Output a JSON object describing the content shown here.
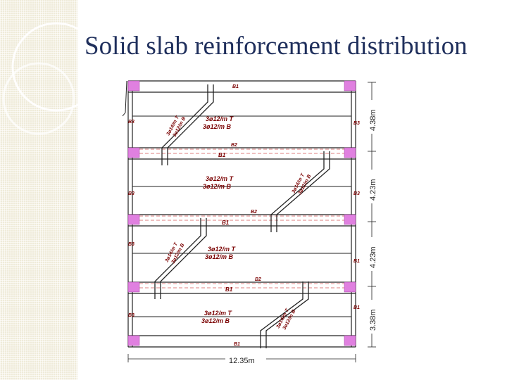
{
  "slide": {
    "title": "Solid slab reinforcement distribution"
  },
  "dimensions": {
    "total_width": "12.35m",
    "spans": [
      "4.38m",
      "4.23m",
      "4.23m",
      "3.38m"
    ]
  },
  "beam_labels": {
    "top": "B1",
    "b1_mid": [
      "B1",
      "B1",
      "B1"
    ],
    "bottom": "B1",
    "b2": [
      "B2",
      "B2",
      "B2"
    ],
    "left": [
      "B3",
      "B3",
      "B3",
      "B3"
    ],
    "right": [
      "B3",
      "B3",
      "B1",
      "B1"
    ]
  },
  "reinforcement": {
    "top_bars": "3ø12/m T",
    "bottom_bars": "3ø12/m B",
    "crank_top": "3ø14/m T",
    "crank_bottom": "3ø12/m B"
  },
  "colors": {
    "title": "#1f2f5c",
    "background_strip": "#efebd9",
    "columns": "#e080e0",
    "labels": "#7a0000",
    "lines": "#222222"
  }
}
